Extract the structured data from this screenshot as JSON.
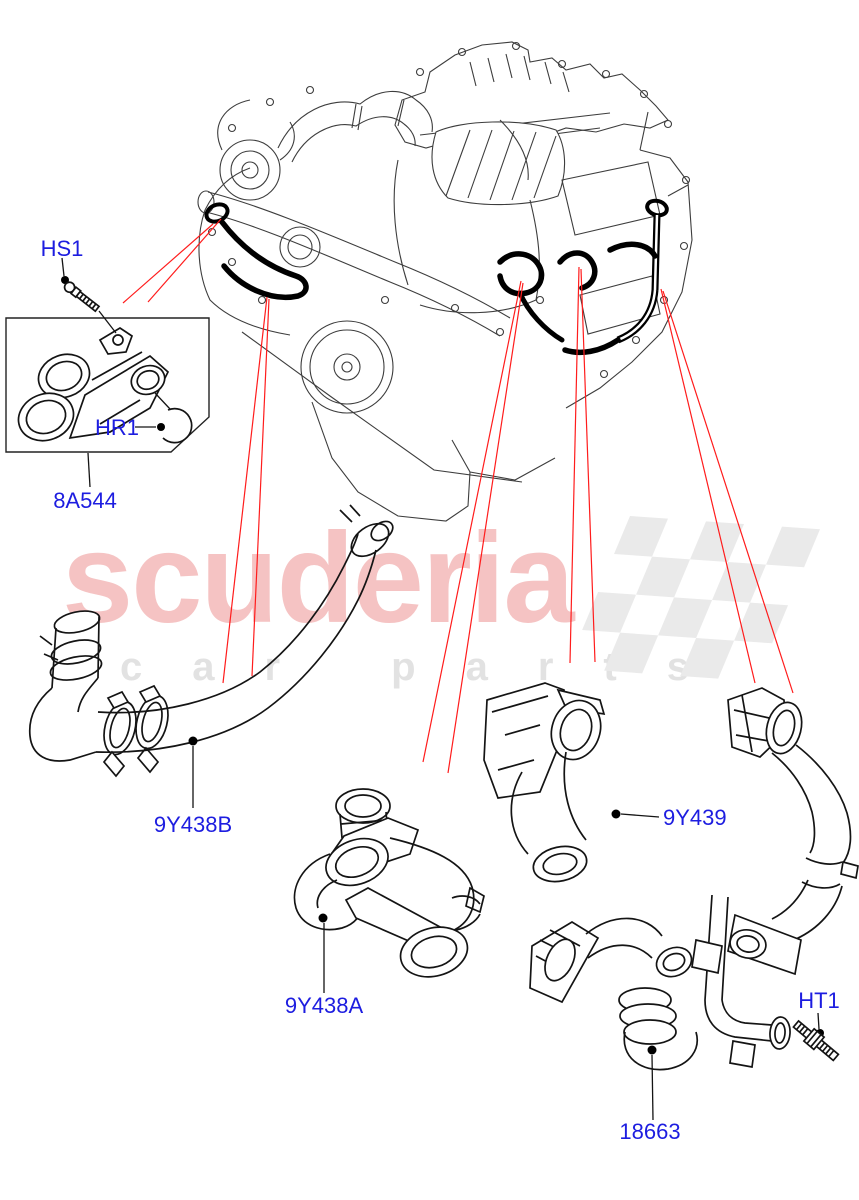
{
  "diagram": {
    "description": "Engine coolant hoses parts diagram",
    "callouts": {
      "hs1": {
        "label": "HS1"
      },
      "hr1": {
        "label": "HR1"
      },
      "part_8a544": {
        "label": "8A544"
      },
      "part_9y438b": {
        "label": "9Y438B"
      },
      "part_9y438a": {
        "label": "9Y438A"
      },
      "part_9y439": {
        "label": "9Y439"
      },
      "ht1": {
        "label": "HT1"
      },
      "part_18663": {
        "label": "18663"
      }
    },
    "colors": {
      "callout_text": "#1d1de0",
      "leader_line_red": "#ff1c1c",
      "artwork_line": "#3d3d3d"
    }
  },
  "watermark": {
    "brand": "scuderia",
    "tagline": "car parts",
    "brand_color": "#f5c3c3",
    "tagline_color": "#e2e2e2",
    "flag_color": "#eaeaea"
  }
}
